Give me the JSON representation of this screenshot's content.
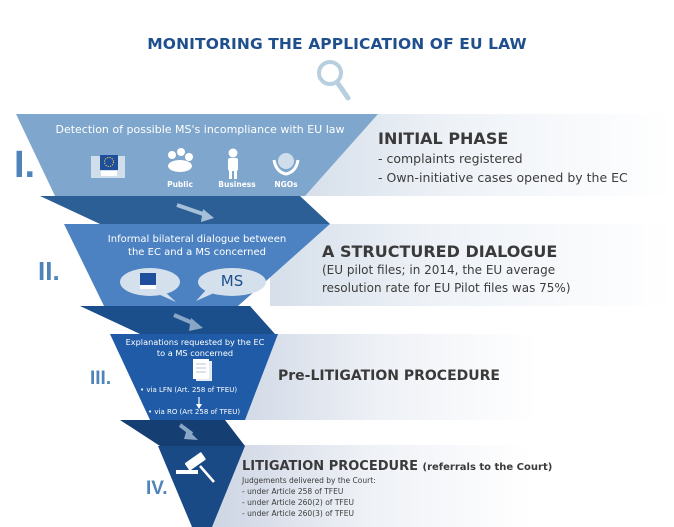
{
  "title": "MONITORING THE APPLICATION OF EU LAW",
  "icons": {
    "header": "magnifier-icon",
    "phase1": [
      "european-commission-building-icon",
      "public-group-icon",
      "business-person-icon",
      "ngo-globe-hands-icon"
    ],
    "phase2": [
      "ec-speech-bubble-icon",
      "ms-speech-bubble-icon"
    ],
    "phase3": "documents-icon",
    "phase4": "gavel-icon",
    "flow": "arrow-down-right-icon"
  },
  "colors": {
    "title": "#1f4f8c",
    "phase1": "#7fa6cc",
    "phase2": "#4d82c2",
    "phase3": "#1f5ba6",
    "phase4": "#1a4a86",
    "connector": "#2c5f96",
    "roman": "#4f84bb",
    "heading": "#3a3a3a"
  },
  "phases": [
    {
      "numeral": "I.",
      "funnel_text": "Detection of possible MS's incompliance with EU law",
      "icon_labels": [
        "Public",
        "Business",
        "NGOs"
      ],
      "heading": "INITIAL PHASE",
      "details": [
        "- complaints registered",
        "- Own-initiative cases opened by the EC"
      ]
    },
    {
      "numeral": "II.",
      "funnel_text_lines": [
        "Informal bilateral dialogue between",
        "the EC and a MS concerned"
      ],
      "bubble_label": "MS",
      "heading": "A STRUCTURED DIALOGUE",
      "details": [
        "(EU pilot files; in 2014, the EU average",
        "resolution rate for EU Pilot files was 75%)"
      ]
    },
    {
      "numeral": "III.",
      "funnel_text_lines": [
        "Explanations requested by the EC",
        "to a MS concerned"
      ],
      "steps": [
        "via LFN (Art. 258 of TFEU)",
        "via RO (Art 258 of TFEU)"
      ],
      "heading": "Pre-LITIGATION PROCEDURE"
    },
    {
      "numeral": "IV.",
      "heading": "LITIGATION PROCEDURE",
      "heading_suffix": "(referrals to the Court)",
      "intro": "Judgements delivered by the Court:",
      "details": [
        "- under Article 258 of TFEU",
        "- under Article 260(2) of TFEU",
        "- under Article 260(3) of TFEU"
      ]
    }
  ]
}
